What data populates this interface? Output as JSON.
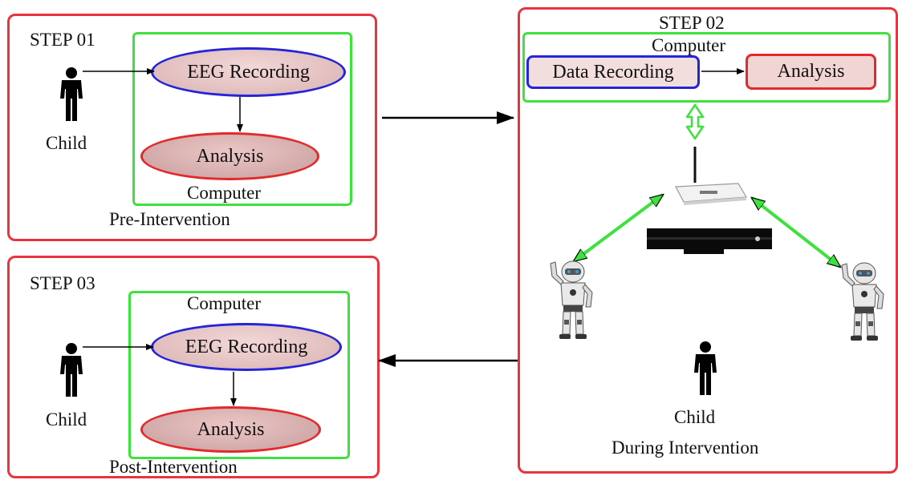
{
  "step1": {
    "step_label": "STEP 01",
    "child_label": "Child",
    "eeg_label": "EEG Recording",
    "analysis_label": "Analysis",
    "computer_label": "Computer",
    "phase_label": "Pre-Intervention"
  },
  "step2": {
    "step_label": "STEP 02",
    "computer_label": "Computer",
    "data_recording_label": "Data Recording",
    "analysis_label": "Analysis",
    "child_label": "Child",
    "phase_label": "During Intervention"
  },
  "step3": {
    "step_label": "STEP 03",
    "computer_label": "Computer",
    "child_label": "Child",
    "eeg_label": "EEG Recording",
    "analysis_label": "Analysis",
    "phase_label": "Post-Intervention"
  },
  "colors": {
    "panel_border": "#e8343c",
    "computer_border": "#3ee23e",
    "eeg_border": "#2424d8",
    "analysis_border": "#e22a2a",
    "wireless_link": "#3ee23e"
  },
  "icons": [
    "person-icon",
    "wifi-router-icon",
    "sensor-bar-icon",
    "robot-icon"
  ]
}
